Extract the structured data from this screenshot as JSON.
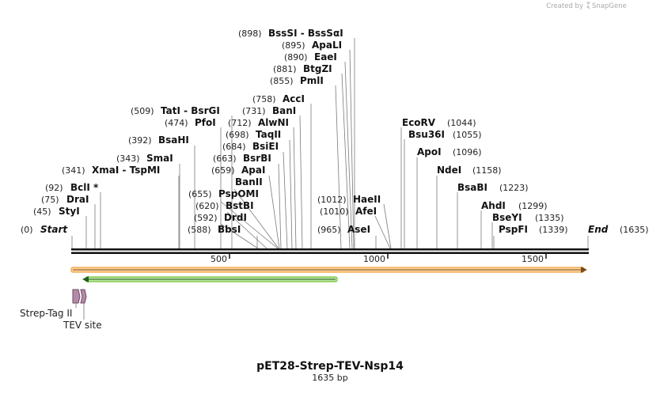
{
  "credit": {
    "text": "Created by",
    "brand": "SnapGene"
  },
  "title": "pET28-Strep-TEV-Nsp14",
  "length_label": "1635 bp",
  "sequence": {
    "length": 1635,
    "ticks": [
      "500",
      "1000",
      "1500"
    ]
  },
  "sites": [
    {
      "pos": "(0)",
      "name": "Start",
      "italic": true
    },
    {
      "pos": "(45)",
      "name": "StyI"
    },
    {
      "pos": "(75)",
      "name": "DraI"
    },
    {
      "pos": "(92)",
      "name": "BclI *"
    },
    {
      "pos": "(341)",
      "name": "XmaI  - TspMI"
    },
    {
      "pos": "(343)",
      "name": "SmaI"
    },
    {
      "pos": "(392)",
      "name": "BsaHI"
    },
    {
      "pos": "(474)",
      "name": "PfoI"
    },
    {
      "pos": "(509)",
      "name": "TatI  - BsrGI"
    },
    {
      "pos": "(588)",
      "name": "BbsI"
    },
    {
      "pos": "(592)",
      "name": "DrdI"
    },
    {
      "pos": "(620)",
      "name": "BstBI"
    },
    {
      "pos": "(655)",
      "name": "PspOMI"
    },
    {
      "pos": "",
      "name": "BanII"
    },
    {
      "pos": "(659)",
      "name": "ApaI"
    },
    {
      "pos": "(663)",
      "name": "BsrBI"
    },
    {
      "pos": "(684)",
      "name": "BsiEI"
    },
    {
      "pos": "(698)",
      "name": "TaqII"
    },
    {
      "pos": "(712)",
      "name": "AlwNI"
    },
    {
      "pos": "(731)",
      "name": "BanI"
    },
    {
      "pos": "(758)",
      "name": "AccI"
    },
    {
      "pos": "(855)",
      "name": "PmlI"
    },
    {
      "pos": "(881)",
      "name": "BtgZI"
    },
    {
      "pos": "(890)",
      "name": "EaeI"
    },
    {
      "pos": "(895)",
      "name": "ApaLI"
    },
    {
      "pos": "(898)",
      "name": "BssSI  - BssSαI"
    },
    {
      "pos": "(965)",
      "name": "AseI"
    },
    {
      "pos": "(1010)",
      "name": "AfeI"
    },
    {
      "pos": "(1012)",
      "name": "HaeII"
    },
    {
      "pos": "(1044)",
      "name": "EcoRV"
    },
    {
      "pos": "(1055)",
      "name": "Bsu36I"
    },
    {
      "pos": "(1096)",
      "name": "ApoI"
    },
    {
      "pos": "(1158)",
      "name": "NdeI"
    },
    {
      "pos": "(1223)",
      "name": "BsaBI"
    },
    {
      "pos": "(1299)",
      "name": "AhdI"
    },
    {
      "pos": "(1335)",
      "name": "BseYI"
    },
    {
      "pos": "(1339)",
      "name": "PspFI"
    },
    {
      "pos": "(1635)",
      "name": "End",
      "italic": true
    }
  ],
  "features": {
    "orange_arrow": {
      "color": "#f2a23b",
      "direction": "forward"
    },
    "green_arrow": {
      "color": "#76c442",
      "direction": "reverse"
    },
    "strep_tag": {
      "label": "Strep-Tag II",
      "color": "#b07aa1"
    },
    "tev_site": {
      "label": "TEV site",
      "color": "#b07aa1"
    }
  }
}
